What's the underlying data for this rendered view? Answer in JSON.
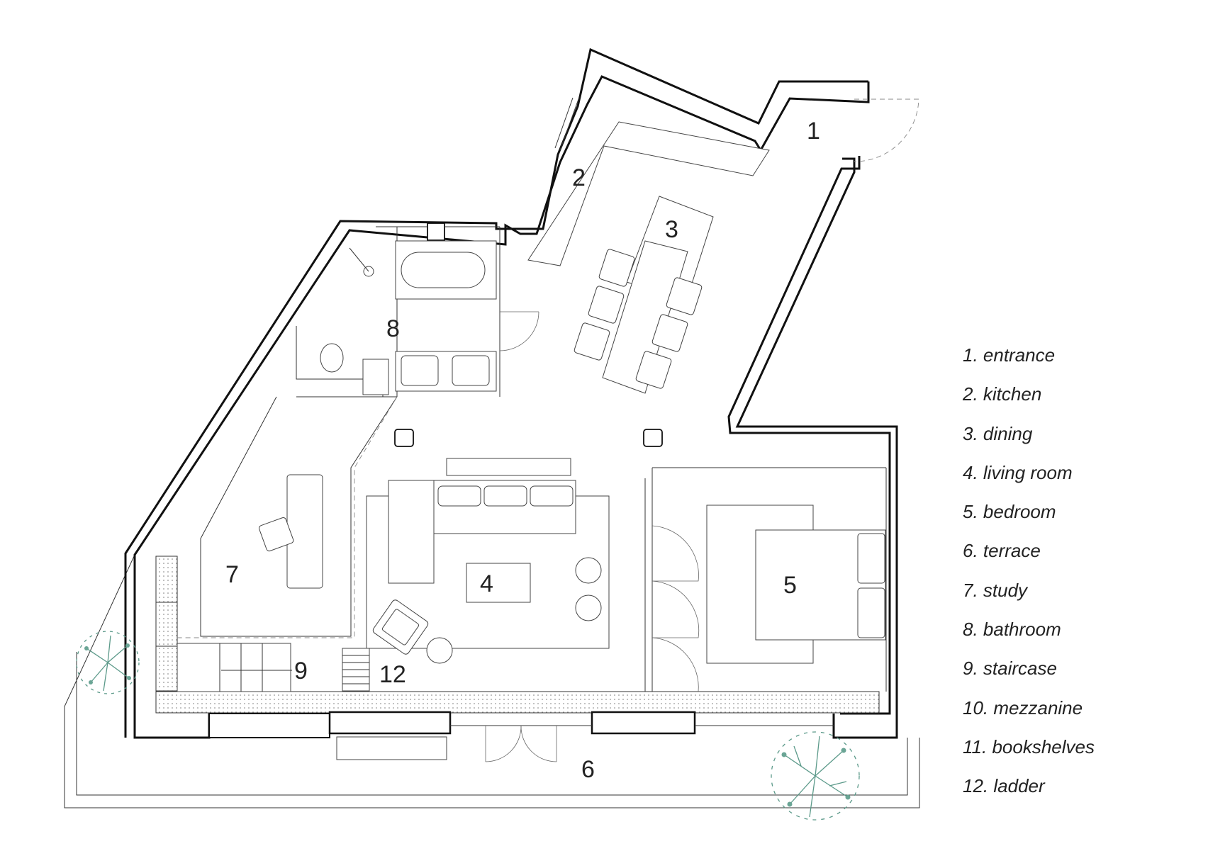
{
  "rooms": [
    {
      "num": "1",
      "name": "entrance"
    },
    {
      "num": "2",
      "name": "kitchen"
    },
    {
      "num": "3",
      "name": "dining"
    },
    {
      "num": "4",
      "name": "living room"
    },
    {
      "num": "5",
      "name": "bedroom"
    },
    {
      "num": "6",
      "name": "terrace"
    },
    {
      "num": "7",
      "name": "study"
    },
    {
      "num": "8",
      "name": "bathroom"
    },
    {
      "num": "9",
      "name": "staircase"
    },
    {
      "num": "10",
      "name": "mezzanine"
    },
    {
      "num": "11",
      "name": "bookshelves"
    },
    {
      "num": "12",
      "name": "ladder"
    }
  ],
  "legend": [
    "1. entrance",
    "2.  kitchen",
    "3.  dining",
    "4.  living room",
    "5.  bedroom",
    "6.  terrace",
    "7.  study",
    "8.  bathroom",
    "9.  staircase",
    "10. mezzanine",
    "11. bookshelves",
    "12. ladder"
  ],
  "colors": {
    "walls": "#111111",
    "trees": "#5c9a8a",
    "background": "#ffffff"
  },
  "icons": [
    "tree-icon",
    "tree-icon"
  ]
}
